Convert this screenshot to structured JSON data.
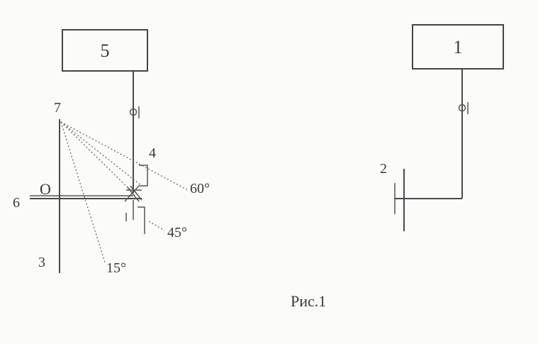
{
  "figure": {
    "caption": "Рис.1",
    "labels": {
      "box_left": "5",
      "box_right": "1",
      "num_7": "7",
      "num_4": "4",
      "num_6": "6",
      "letter_O": "O",
      "num_3": "3",
      "num_2": "2",
      "angle_60": "60°",
      "angle_45": "45°",
      "angle_15": "15°"
    },
    "colors": {
      "ink": "#4a4a4a",
      "background": "#fbfbf9"
    }
  }
}
